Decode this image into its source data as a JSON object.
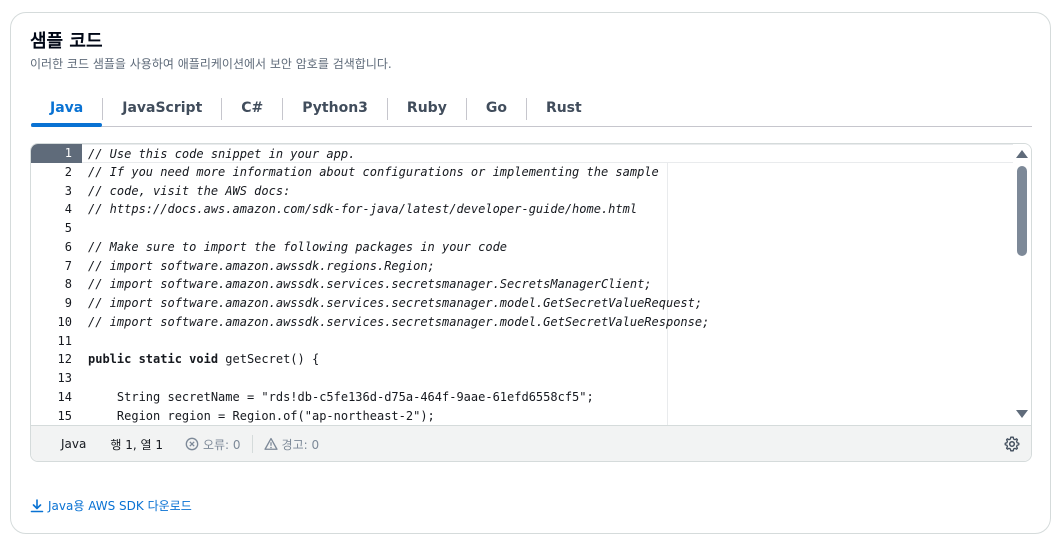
{
  "section": {
    "title": "샘플 코드",
    "subtitle": "이러한 코드 샘플을 사용하여 애플리케이션에서 보안 암호를 검색합니다."
  },
  "tabs": [
    {
      "label": "Java",
      "active": true
    },
    {
      "label": "JavaScript",
      "active": false
    },
    {
      "label": "C#",
      "active": false
    },
    {
      "label": "Python3",
      "active": false
    },
    {
      "label": "Ruby",
      "active": false
    },
    {
      "label": "Go",
      "active": false
    },
    {
      "label": "Rust",
      "active": false
    }
  ],
  "editor": {
    "current_line": 1,
    "lines": [
      {
        "n": "1",
        "text": "// Use this code snippet in your app.",
        "kind": "comment"
      },
      {
        "n": "2",
        "text": "// If you need more information about configurations or implementing the sample",
        "kind": "comment"
      },
      {
        "n": "3",
        "text": "// code, visit the AWS docs:",
        "kind": "comment"
      },
      {
        "n": "4",
        "text": "// https://docs.aws.amazon.com/sdk-for-java/latest/developer-guide/home.html",
        "kind": "comment"
      },
      {
        "n": "5",
        "text": "",
        "kind": "plain"
      },
      {
        "n": "6",
        "text": "// Make sure to import the following packages in your code",
        "kind": "comment"
      },
      {
        "n": "7",
        "text": "// import software.amazon.awssdk.regions.Region;",
        "kind": "comment"
      },
      {
        "n": "8",
        "text": "// import software.amazon.awssdk.services.secretsmanager.SecretsManagerClient;",
        "kind": "comment"
      },
      {
        "n": "9",
        "text": "// import software.amazon.awssdk.services.secretsmanager.model.GetSecretValueRequest;",
        "kind": "comment"
      },
      {
        "n": "10",
        "text": "// import software.amazon.awssdk.services.secretsmanager.model.GetSecretValueResponse;",
        "kind": "comment"
      },
      {
        "n": "11",
        "text": "",
        "kind": "plain"
      },
      {
        "n": "12",
        "kw": "public static void",
        "text": " getSecret() {",
        "kind": "kw"
      },
      {
        "n": "13",
        "text": "",
        "kind": "plain"
      },
      {
        "n": "14",
        "text": "    String secretName = \"rds!db-c5fe136d-d75a-464f-9aae-61efd6558cf5\";",
        "kind": "plain"
      },
      {
        "n": "15",
        "text": "    Region region = Region.of(\"ap-northeast-2\");",
        "kind": "plain"
      }
    ]
  },
  "statusbar": {
    "language": "Java",
    "position": "행 1, 열 1",
    "errors": "오류: 0",
    "warnings": "경고: 0"
  },
  "download": {
    "label": "Java용 AWS SDK 다운로드"
  },
  "colors": {
    "accent": "#0972d3",
    "text": "#16191f",
    "muted": "#5f6b7a"
  }
}
